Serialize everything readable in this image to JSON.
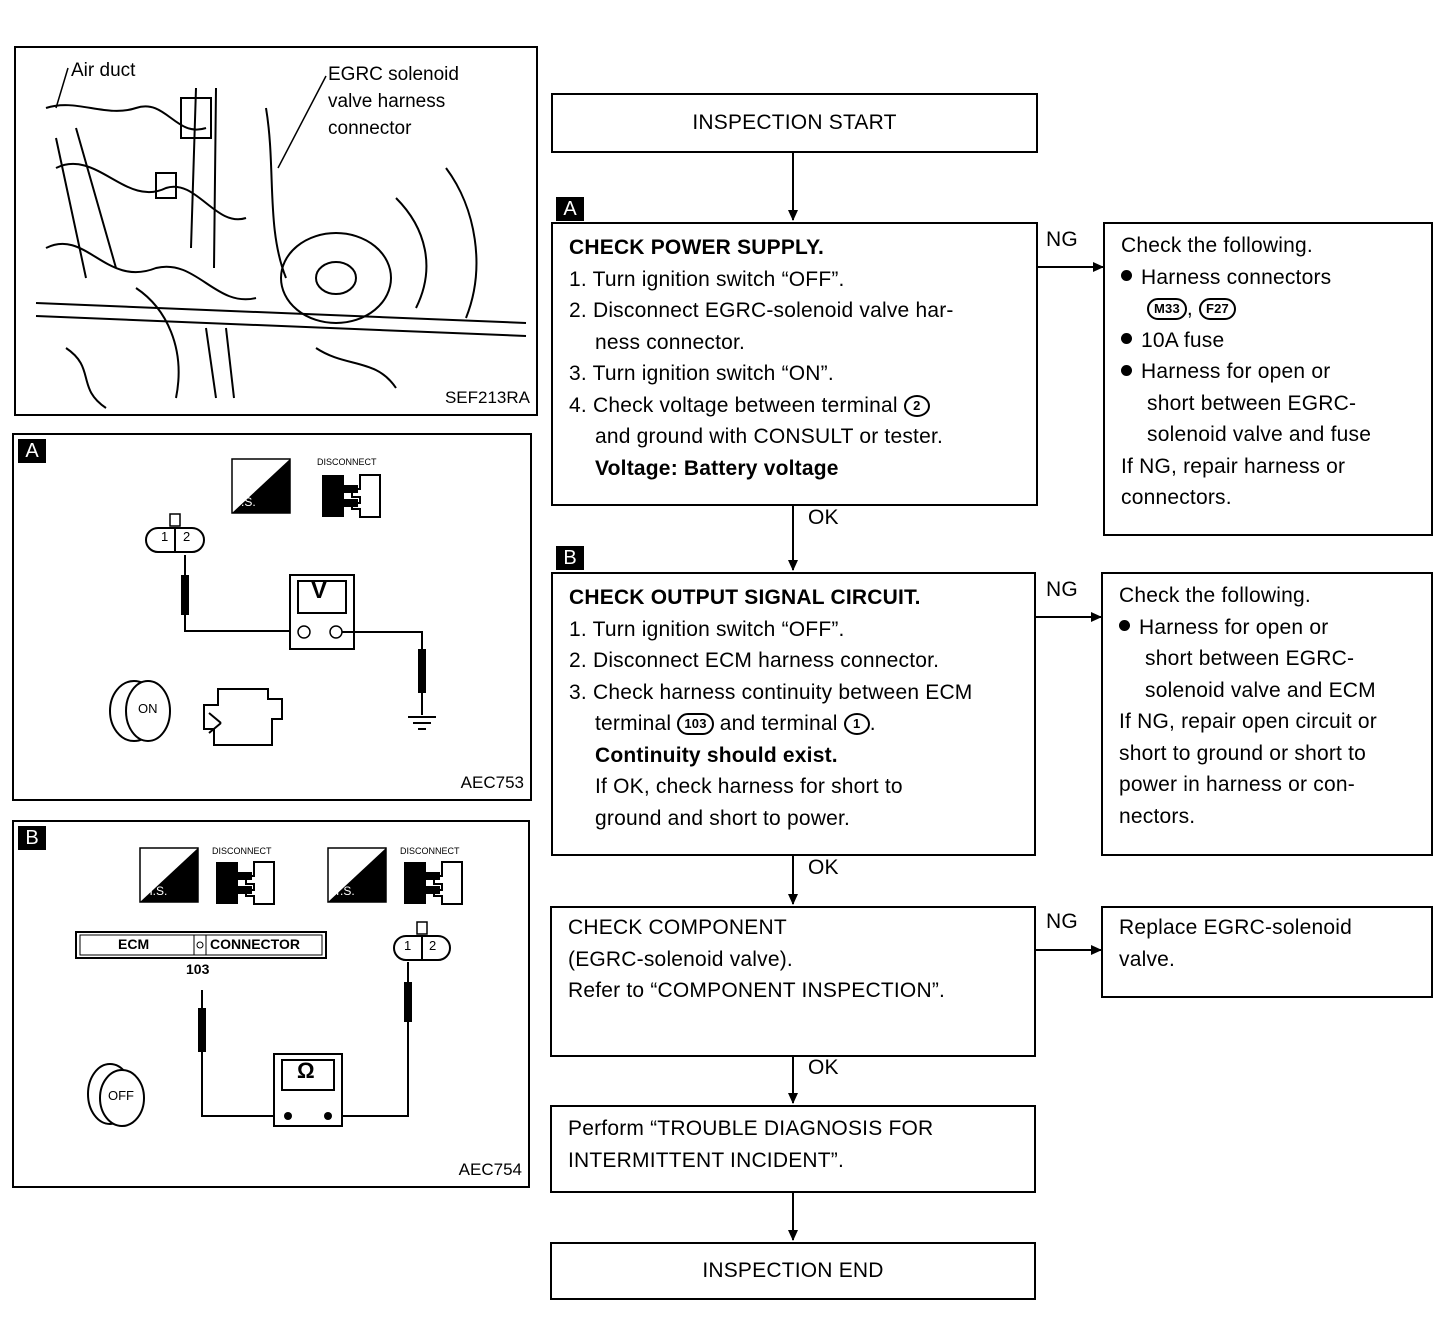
{
  "figures": {
    "photo": {
      "air_duct": "Air duct",
      "egrc_line1": "EGRC solenoid",
      "egrc_line2": "valve harness",
      "egrc_line3": "connector",
      "code": "SEF213RA"
    },
    "fig_a": {
      "letter": "A",
      "disconnect": "DISCONNECT",
      "ts": "T.S.",
      "pin1": "1",
      "pin2": "2",
      "meter": "V",
      "on_key": "ON",
      "code": "AEC753"
    },
    "fig_b": {
      "letter": "B",
      "hs": "H.S.",
      "ts": "T.S.",
      "disconnect": "DISCONNECT",
      "ecm": "ECM",
      "connector": "CONNECTOR",
      "terminal": "103",
      "pin1": "1",
      "pin2": "2",
      "meter": "Ω",
      "off_key": "OFF",
      "code": "AEC754"
    }
  },
  "flow": {
    "start": "INSPECTION START",
    "end": "INSPECTION END",
    "step_a": {
      "letter": "A",
      "title": "CHECK POWER SUPPLY.",
      "l1": "1. Turn ignition switch “OFF”.",
      "l2": "2. Disconnect EGRC-solenoid valve har-",
      "l2b": "ness connector.",
      "l3": "3. Turn ignition switch “ON”.",
      "l4": "4. Check voltage between terminal",
      "l4_term": "2",
      "l4b": "and ground with CONSULT or tester.",
      "result": "Voltage: Battery voltage"
    },
    "step_b": {
      "letter": "B",
      "title": "CHECK OUTPUT SIGNAL CIRCUIT.",
      "l1": "1. Turn ignition switch “OFF”.",
      "l2": "2. Disconnect ECM harness connector.",
      "l3": "3. Check harness continuity between ECM",
      "l3b_pre": "terminal",
      "l3b_t1": "103",
      "l3b_mid": "and terminal",
      "l3b_t2": "1",
      "result": "Continuity should exist.",
      "l4": "If OK, check harness for short to",
      "l4b": "ground and short to power."
    },
    "step_c": {
      "l1": "CHECK COMPONENT",
      "l2": "(EGRC-solenoid valve).",
      "l3": "Refer to “COMPONENT INSPECTION”."
    },
    "step_d": {
      "l1": "Perform “TROUBLE DIAGNOSIS FOR",
      "l2": "INTERMITTENT INCIDENT”."
    },
    "ng_a": {
      "l1": "Check the following.",
      "b1": "Harness connectors",
      "c1": "M33",
      "c2": "F27",
      "b2": "10A fuse",
      "b3": "Harness for open or",
      "b3b": "short between EGRC-",
      "b3c": "solenoid valve and fuse",
      "tail1": "If NG, repair harness or",
      "tail2": "connectors."
    },
    "ng_b": {
      "l1": "Check the following.",
      "b1": "Harness for open or",
      "b1b": "short between EGRC-",
      "b1c": "solenoid valve and ECM",
      "tail1": "If NG, repair open circuit or",
      "tail2": "short to ground or short to",
      "tail3": "power in harness or con-",
      "tail4": "nectors."
    },
    "ng_c": {
      "l1": "Replace EGRC-solenoid",
      "l2": "valve."
    },
    "labels": {
      "ng": "NG",
      "ok": "OK"
    }
  }
}
